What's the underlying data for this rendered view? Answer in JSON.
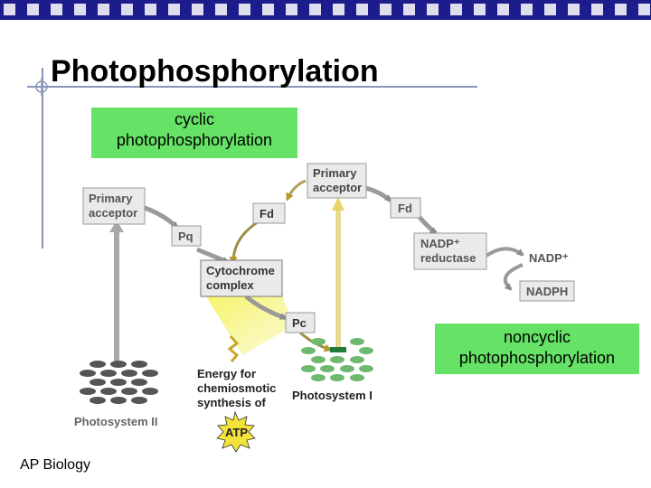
{
  "slide": {
    "title": "Photophosphorylation",
    "footer": "AP Biology"
  },
  "callouts": {
    "cyclic": [
      "cyclic",
      "photophosphorylation"
    ],
    "noncyclic": [
      "noncyclic",
      "photophosphorylation"
    ]
  },
  "diagram": {
    "ps2_primary_acceptor": [
      "Primary",
      "acceptor"
    ],
    "ps1_primary_acceptor": [
      "Primary",
      "acceptor"
    ],
    "fd_left": "Fd",
    "fd_right": "Fd",
    "pq": "Pq",
    "cytochrome_complex": [
      "Cytochrome",
      "complex"
    ],
    "pc": "Pc",
    "nadp_reductase": [
      "NADP⁺",
      "reductase"
    ],
    "nadp_plus": "NADP⁺",
    "nadph": "NADPH",
    "energy_text": [
      "Energy for",
      "chemiosmotic",
      "synthesis of"
    ],
    "atp": "ATP",
    "photosystem_1": "Photosystem I",
    "photosystem_2": "Photosystem II"
  },
  "colors": {
    "header_bar": "#1c1c8c",
    "callout_green": "#66e266",
    "label_box_fill": "#eaeaea",
    "arrow_gray": "#9a9a9a",
    "ps1_green": "#6fb86f",
    "energy_yellow": "#f2f266"
  }
}
